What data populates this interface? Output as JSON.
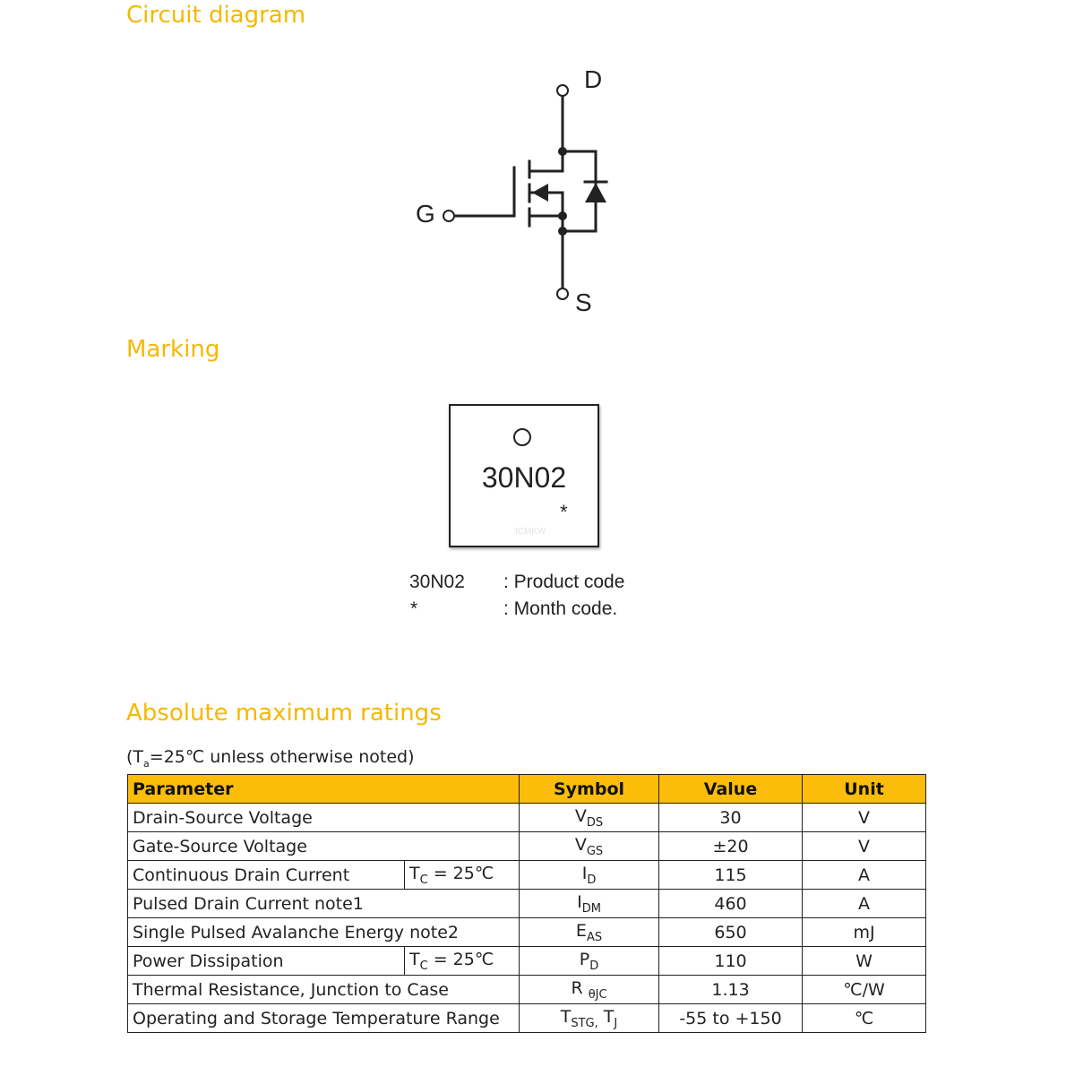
{
  "sections": {
    "circuit": "Circuit diagram",
    "marking": "Marking",
    "ratings": "Absolute maximum ratings"
  },
  "circuit": {
    "drain": "D",
    "gate": "G",
    "source": "S"
  },
  "marking": {
    "code": "30N02",
    "star": "*",
    "watermark": "ICMKW",
    "legend": [
      {
        "key": "30N02",
        "desc": ": Product code"
      },
      {
        "key": "*",
        "desc": ": Month code."
      }
    ]
  },
  "ratings": {
    "note": {
      "pre": "(T",
      "sub": "a",
      "post": "=25℃ unless otherwise noted)"
    },
    "headers": {
      "parameter": "Parameter",
      "symbol": "Symbol",
      "value": "Value",
      "unit": "Unit"
    },
    "rows": [
      {
        "param": "Drain-Source Voltage",
        "cond_pre": "",
        "cond_sub": "",
        "cond_post": "",
        "sym": "V",
        "sym_sub": "DS",
        "value": "30",
        "unit": "V"
      },
      {
        "param": "Gate-Source Voltage",
        "cond_pre": "",
        "cond_sub": "",
        "cond_post": "",
        "sym": "V",
        "sym_sub": "GS",
        "value": "±20",
        "unit": "V"
      },
      {
        "param": "Continuous Drain Current",
        "cond_pre": "T",
        "cond_sub": "C",
        "cond_post": " = 25℃",
        "sym": "I",
        "sym_sub": "D",
        "value": "115",
        "unit": "A"
      },
      {
        "param": "Pulsed Drain Current note1",
        "cond_pre": "",
        "cond_sub": "",
        "cond_post": "",
        "sym": "I",
        "sym_sub": "DM",
        "value": "460",
        "unit": "A"
      },
      {
        "param": "Single Pulsed Avalanche Energy note2",
        "cond_pre": "",
        "cond_sub": "",
        "cond_post": "",
        "sym": "E",
        "sym_sub": "AS",
        "value": "650",
        "unit": "mJ"
      },
      {
        "param": "Power Dissipation",
        "cond_pre": "T",
        "cond_sub": "C",
        "cond_post": " = 25℃",
        "sym": "P",
        "sym_sub": "D",
        "value": "110",
        "unit": "W"
      },
      {
        "param": "Thermal Resistance, Junction to Case",
        "cond_pre": "",
        "cond_sub": "",
        "cond_post": "",
        "sym": "R ",
        "sym_sub": "θJC",
        "value": "1.13",
        "unit": "℃/W"
      },
      {
        "param": "Operating and Storage Temperature Range",
        "cond_pre": "",
        "cond_sub": "",
        "cond_post": "",
        "sym": "T",
        "sym_sub": "STG,",
        "sym2": " T",
        "sym2_sub": "J",
        "value": "-55 to +150",
        "unit": "℃"
      }
    ]
  }
}
